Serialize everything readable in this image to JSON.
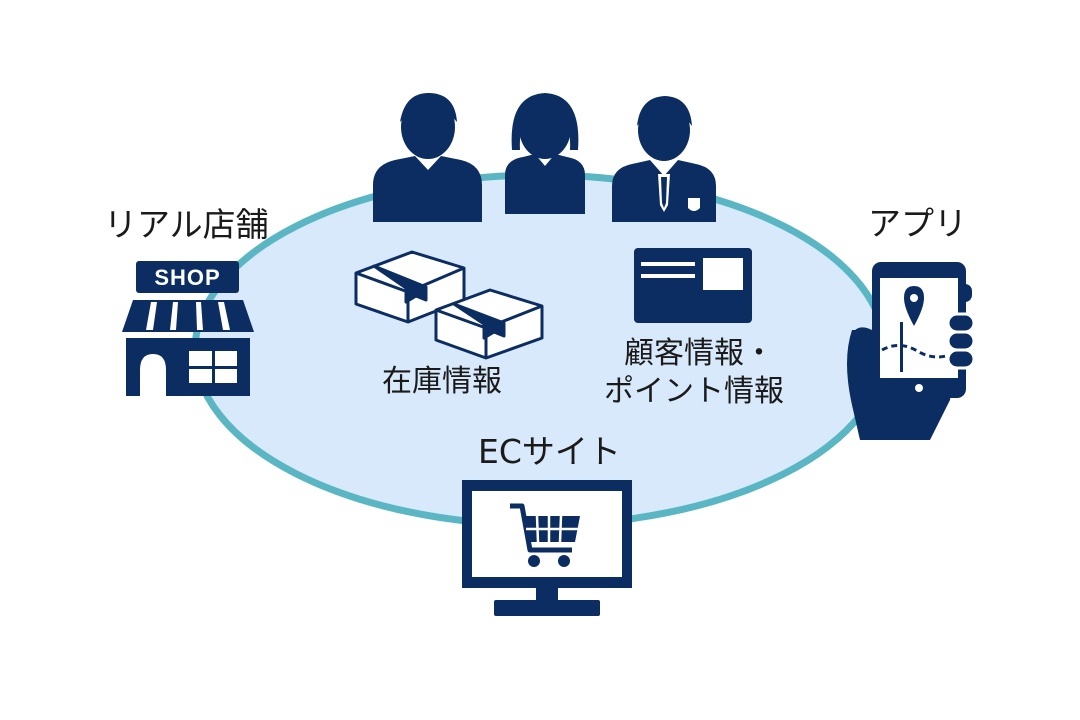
{
  "labels": {
    "store": "リアル店舗",
    "app": "アプリ",
    "inventory": "在庫情報",
    "customer_line1": "顧客情報・",
    "customer_line2": "ポイント情報",
    "ec": "ECサイト",
    "shop_sign": "SHOP"
  },
  "colors": {
    "navy": "#0b2d61",
    "ellipse_fill": "#d7e9fb",
    "ellipse_stroke": "#5bb6c3",
    "text": "#1a1a1a"
  },
  "icons": [
    "people-icon",
    "storefront-icon",
    "smartphone-map-icon",
    "boxes-icon",
    "member-card-icon",
    "monitor-cart-icon"
  ]
}
